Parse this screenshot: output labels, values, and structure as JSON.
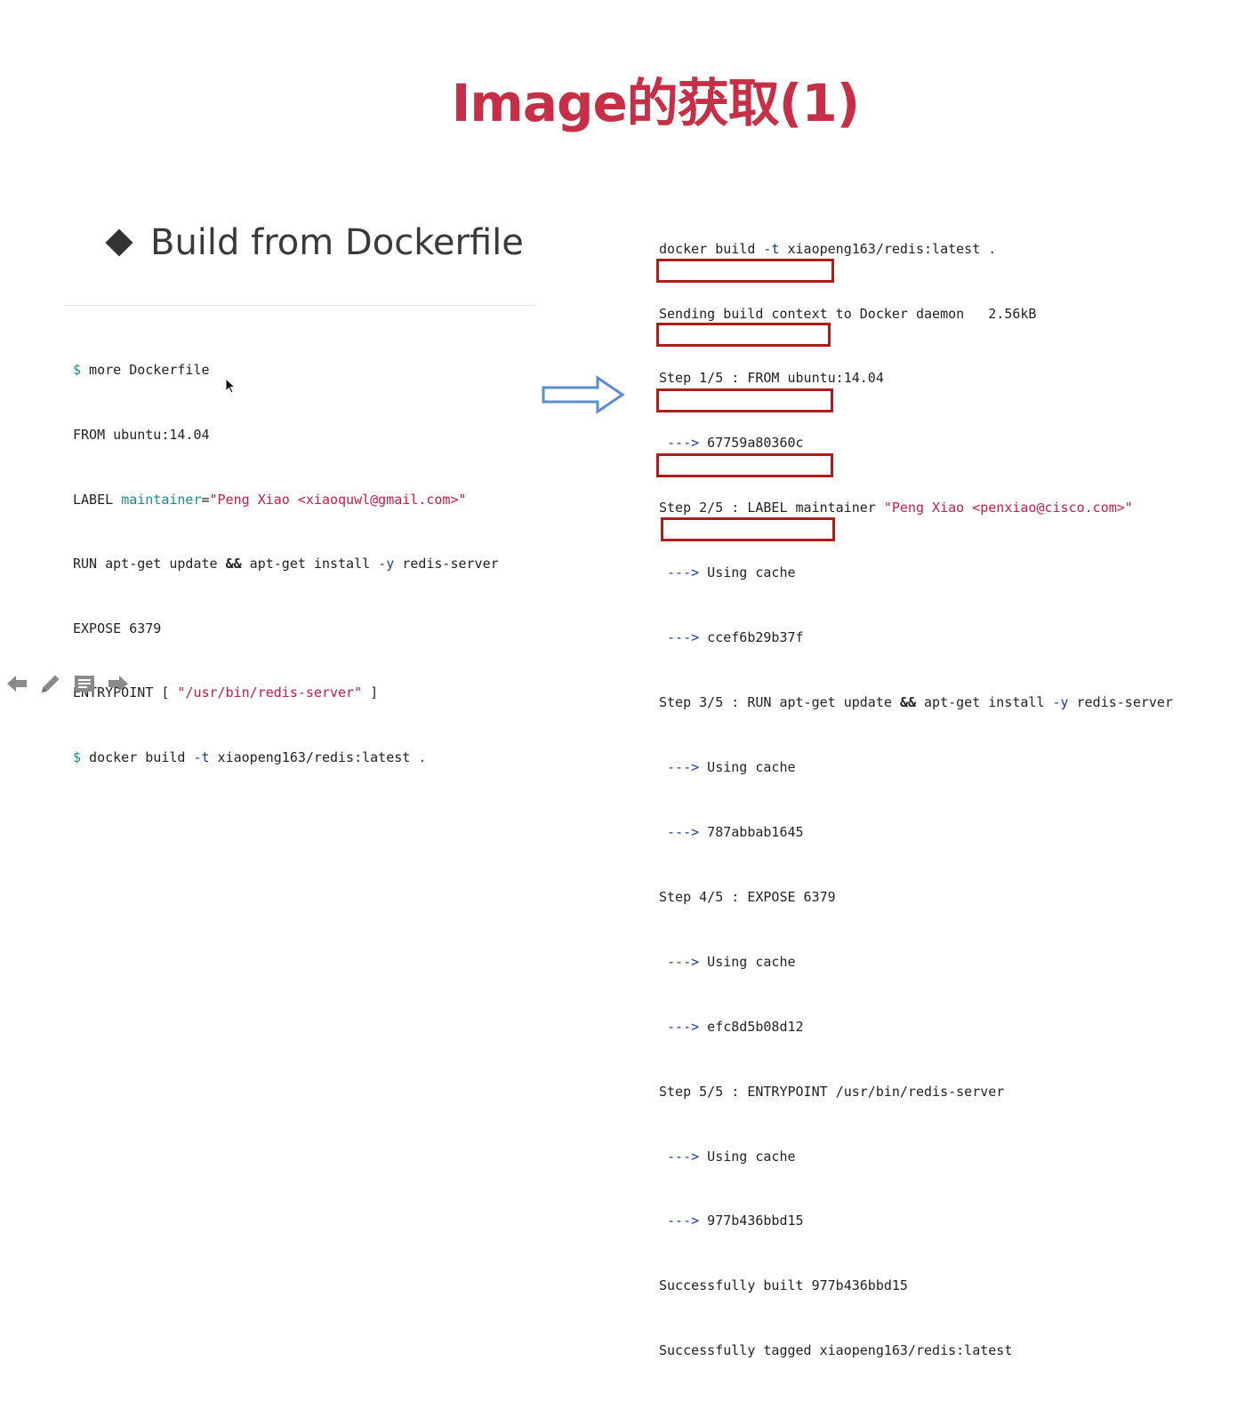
{
  "slide": {
    "title": "Image的获取(1)",
    "bullet": "Build from Dockerfile"
  },
  "dockerfile": {
    "line1_prompt": "$",
    "line1_cmd": " more Dockerfile",
    "line2": "FROM ubuntu:14.04",
    "line3_prefix": "LABEL ",
    "line3_key": "maintainer",
    "line3_eq": "=",
    "line3_value": "\"Peng Xiao <xiaoquwl@gmail.com>\"",
    "line4_part1": "RUN apt-get update ",
    "line4_op": "&&",
    "line4_part2": " apt-get install ",
    "line4_flag": "-y",
    "line4_part3": " redis-server",
    "line5": "EXPOSE 6379",
    "line6_prefix": "ENTRYPOINT [ ",
    "line6_value": "\"/usr/bin/redis-server\"",
    "line6_suffix": " ]",
    "line7_prompt": "$",
    "line7_cmd_a": " docker build ",
    "line7_flag": "-t",
    "line7_cmd_b": " xiaopeng163/redis:latest ",
    "line7_dot": "."
  },
  "build_output": {
    "l1_a": "docker build ",
    "l1_flag": "-t",
    "l1_b": " xiaopeng163/redis:latest ",
    "l1_dot": ".",
    "l2": "Sending build context to Docker daemon   2.56kB",
    "l3": "Step 1/5 : FROM ubuntu:14.04",
    "l4_arrow": " --->",
    "l4_id": " 67759a80360c",
    "l5_prefix": "Step 2/5 : LABEL maintainer ",
    "l5_value": "\"Peng Xiao <penxiao@cisco.com>\"",
    "l6_arrow": " --->",
    "l6_text": " Using cache",
    "l7_arrow": " --->",
    "l7_id": " ccef6b29b37f",
    "l8_a": "Step 3/5 : RUN apt-get update ",
    "l8_op": "&&",
    "l8_b": " apt-get install ",
    "l8_flag": "-y",
    "l8_c": " redis-server",
    "l9_arrow": " --->",
    "l9_text": " Using cache",
    "l10_arrow": " --->",
    "l10_id": " 787abbab1645",
    "l11": "Step 4/5 : EXPOSE 6379",
    "l12_arrow": " --->",
    "l12_text": " Using cache",
    "l13_arrow": " --->",
    "l13_id": " efc8d5b08d12",
    "l14": "Step 5/5 : ENTRYPOINT /usr/bin/redis-server",
    "l15_arrow": " --->",
    "l15_text": " Using cache",
    "l16_arrow": " --->",
    "l16_id": " 977b436bbd15",
    "l17": "Successfully built 977b436bbd15",
    "l18": "Successfully tagged xiaopeng163/redis:latest"
  },
  "colors": {
    "title": "#c62f45",
    "highlight_box": "#b01c1c",
    "keyword": "#1a8c8c",
    "string": "#c8194a",
    "operator": "#1a3a9c",
    "big_arrow_outline": "#5b8fd0"
  },
  "nav": {
    "icons": [
      "arrow-left-icon",
      "pencil-icon",
      "notes-icon",
      "arrow-right-icon"
    ]
  }
}
